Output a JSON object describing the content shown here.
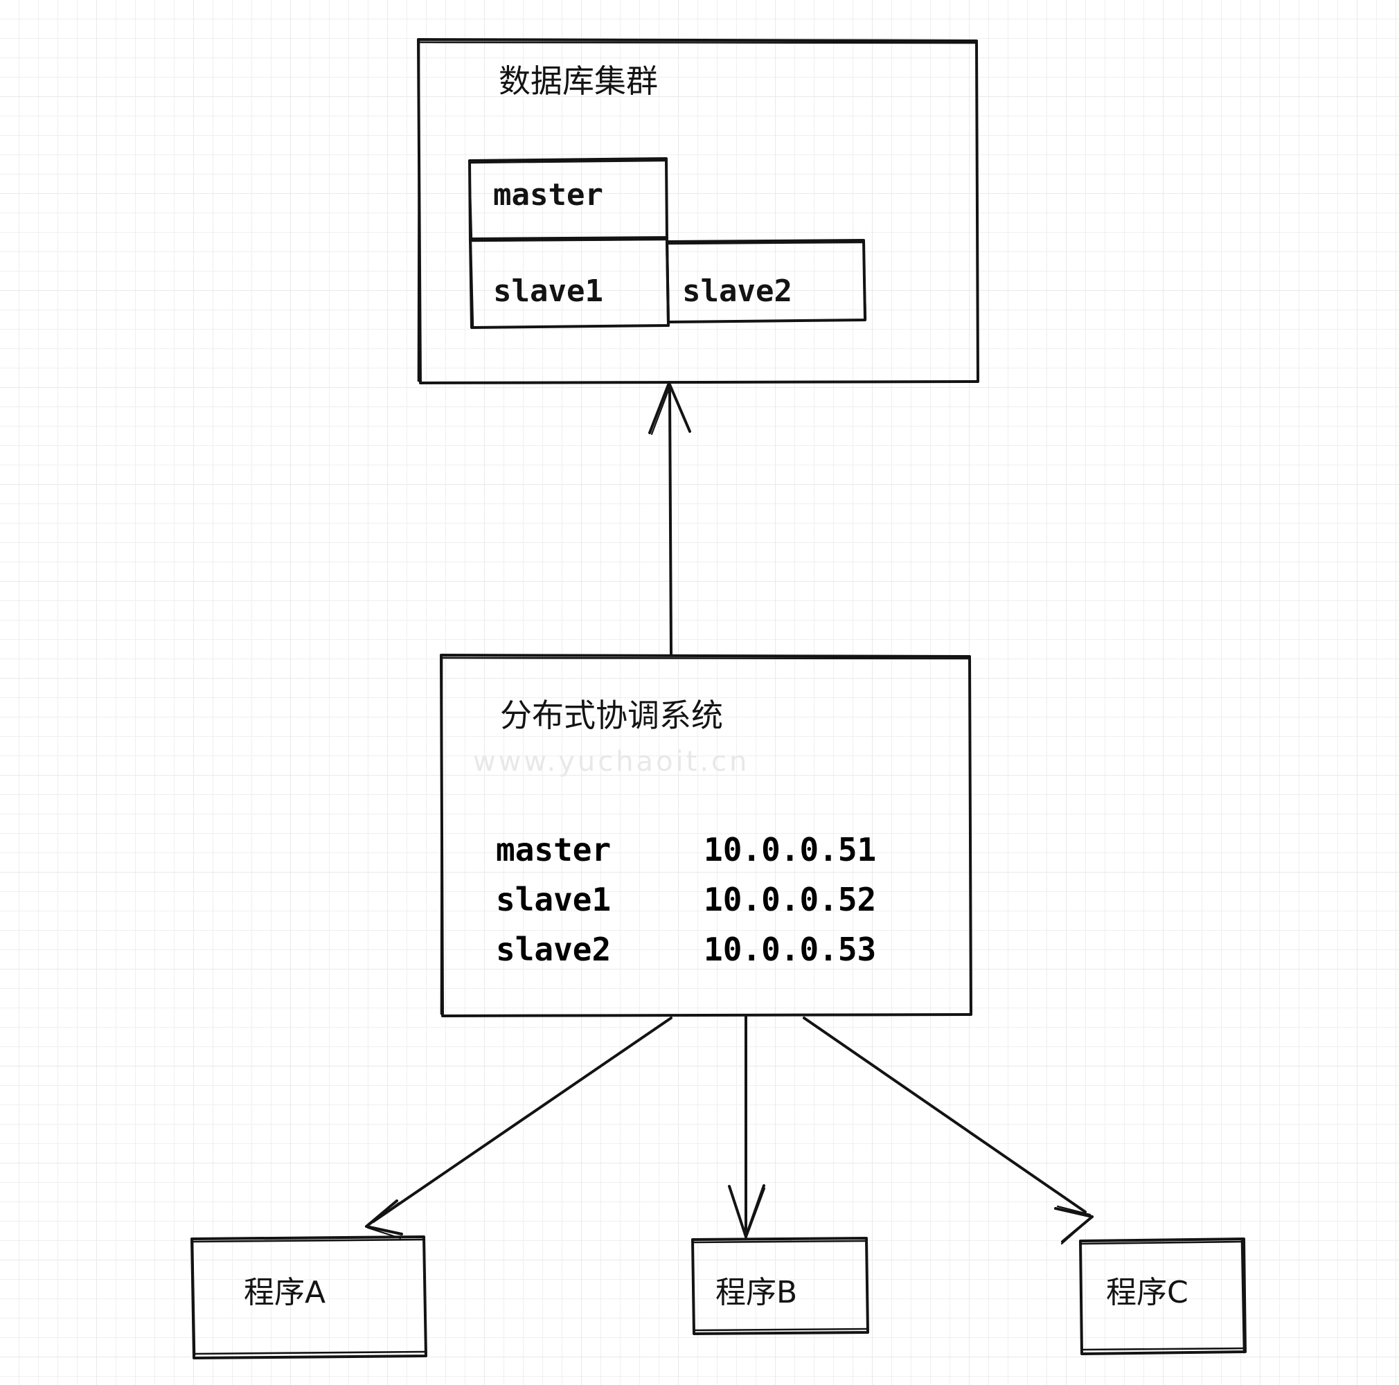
{
  "diagram": {
    "watermark": "www.yuchaoit.cn",
    "colors": {
      "stroke": "#131313",
      "grid_minor": "#efefef",
      "grid_major": "#e9e9e9",
      "background": "#ffffff",
      "watermark": "#e8e8e8"
    },
    "db_cluster": {
      "title": "数据库集群",
      "nodes": [
        {
          "label": "master"
        },
        {
          "label": "slave1"
        },
        {
          "label": "slave2"
        }
      ]
    },
    "coordinator": {
      "title": "分布式协调系统",
      "registry": {
        "rows": [
          {
            "name": "master",
            "ip": "10.0.0.51"
          },
          {
            "name": "slave1",
            "ip": "10.0.0.52"
          },
          {
            "name": "slave2",
            "ip": "10.0.0.53"
          }
        ]
      }
    },
    "clients": [
      {
        "label": "程序A"
      },
      {
        "label": "程序B"
      },
      {
        "label": "程序C"
      }
    ],
    "connections": [
      {
        "from": "分布式协调系统",
        "to": "数据库集群",
        "direction": "up"
      },
      {
        "from": "分布式协调系统",
        "to": "程序A",
        "direction": "down-left"
      },
      {
        "from": "分布式协调系统",
        "to": "程序B",
        "direction": "down"
      },
      {
        "from": "分布式协调系统",
        "to": "程序C",
        "direction": "down-right"
      }
    ]
  }
}
